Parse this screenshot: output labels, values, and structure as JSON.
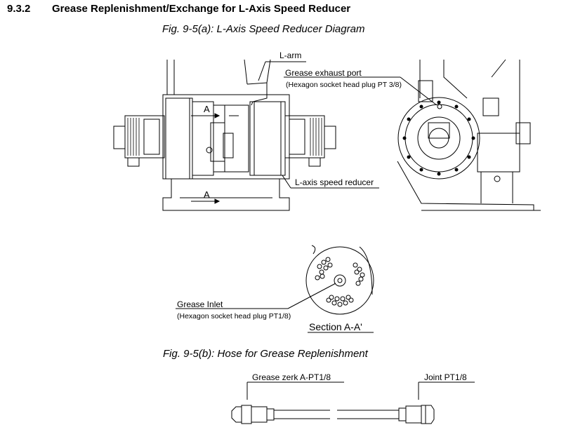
{
  "section": {
    "number": "9.3.2",
    "title": "Grease Replenishment/Exchange for L-Axis Speed Reducer"
  },
  "figures": {
    "fig_a_caption": "Fig. 9-5(a): L-Axis Speed Reducer Diagram",
    "fig_b_caption": "Fig. 9-5(b): Hose for Grease Replenishment"
  },
  "labels": {
    "l_arm": "L-arm",
    "exhaust_port": "Grease exhaust port",
    "exhaust_plug": "(Hexagon socket head plug PT 3/8)",
    "reducer": "L-axis speed reducer",
    "section_a_upper": "A",
    "section_a_lower": "A",
    "grease_inlet": "Grease Inlet",
    "inlet_plug": "(Hexagon socket head plug PT1/8)",
    "section_aa": "Section A-A'",
    "grease_zerk": "Grease zerk A-PT1/8",
    "joint": "Joint PT1/8"
  }
}
